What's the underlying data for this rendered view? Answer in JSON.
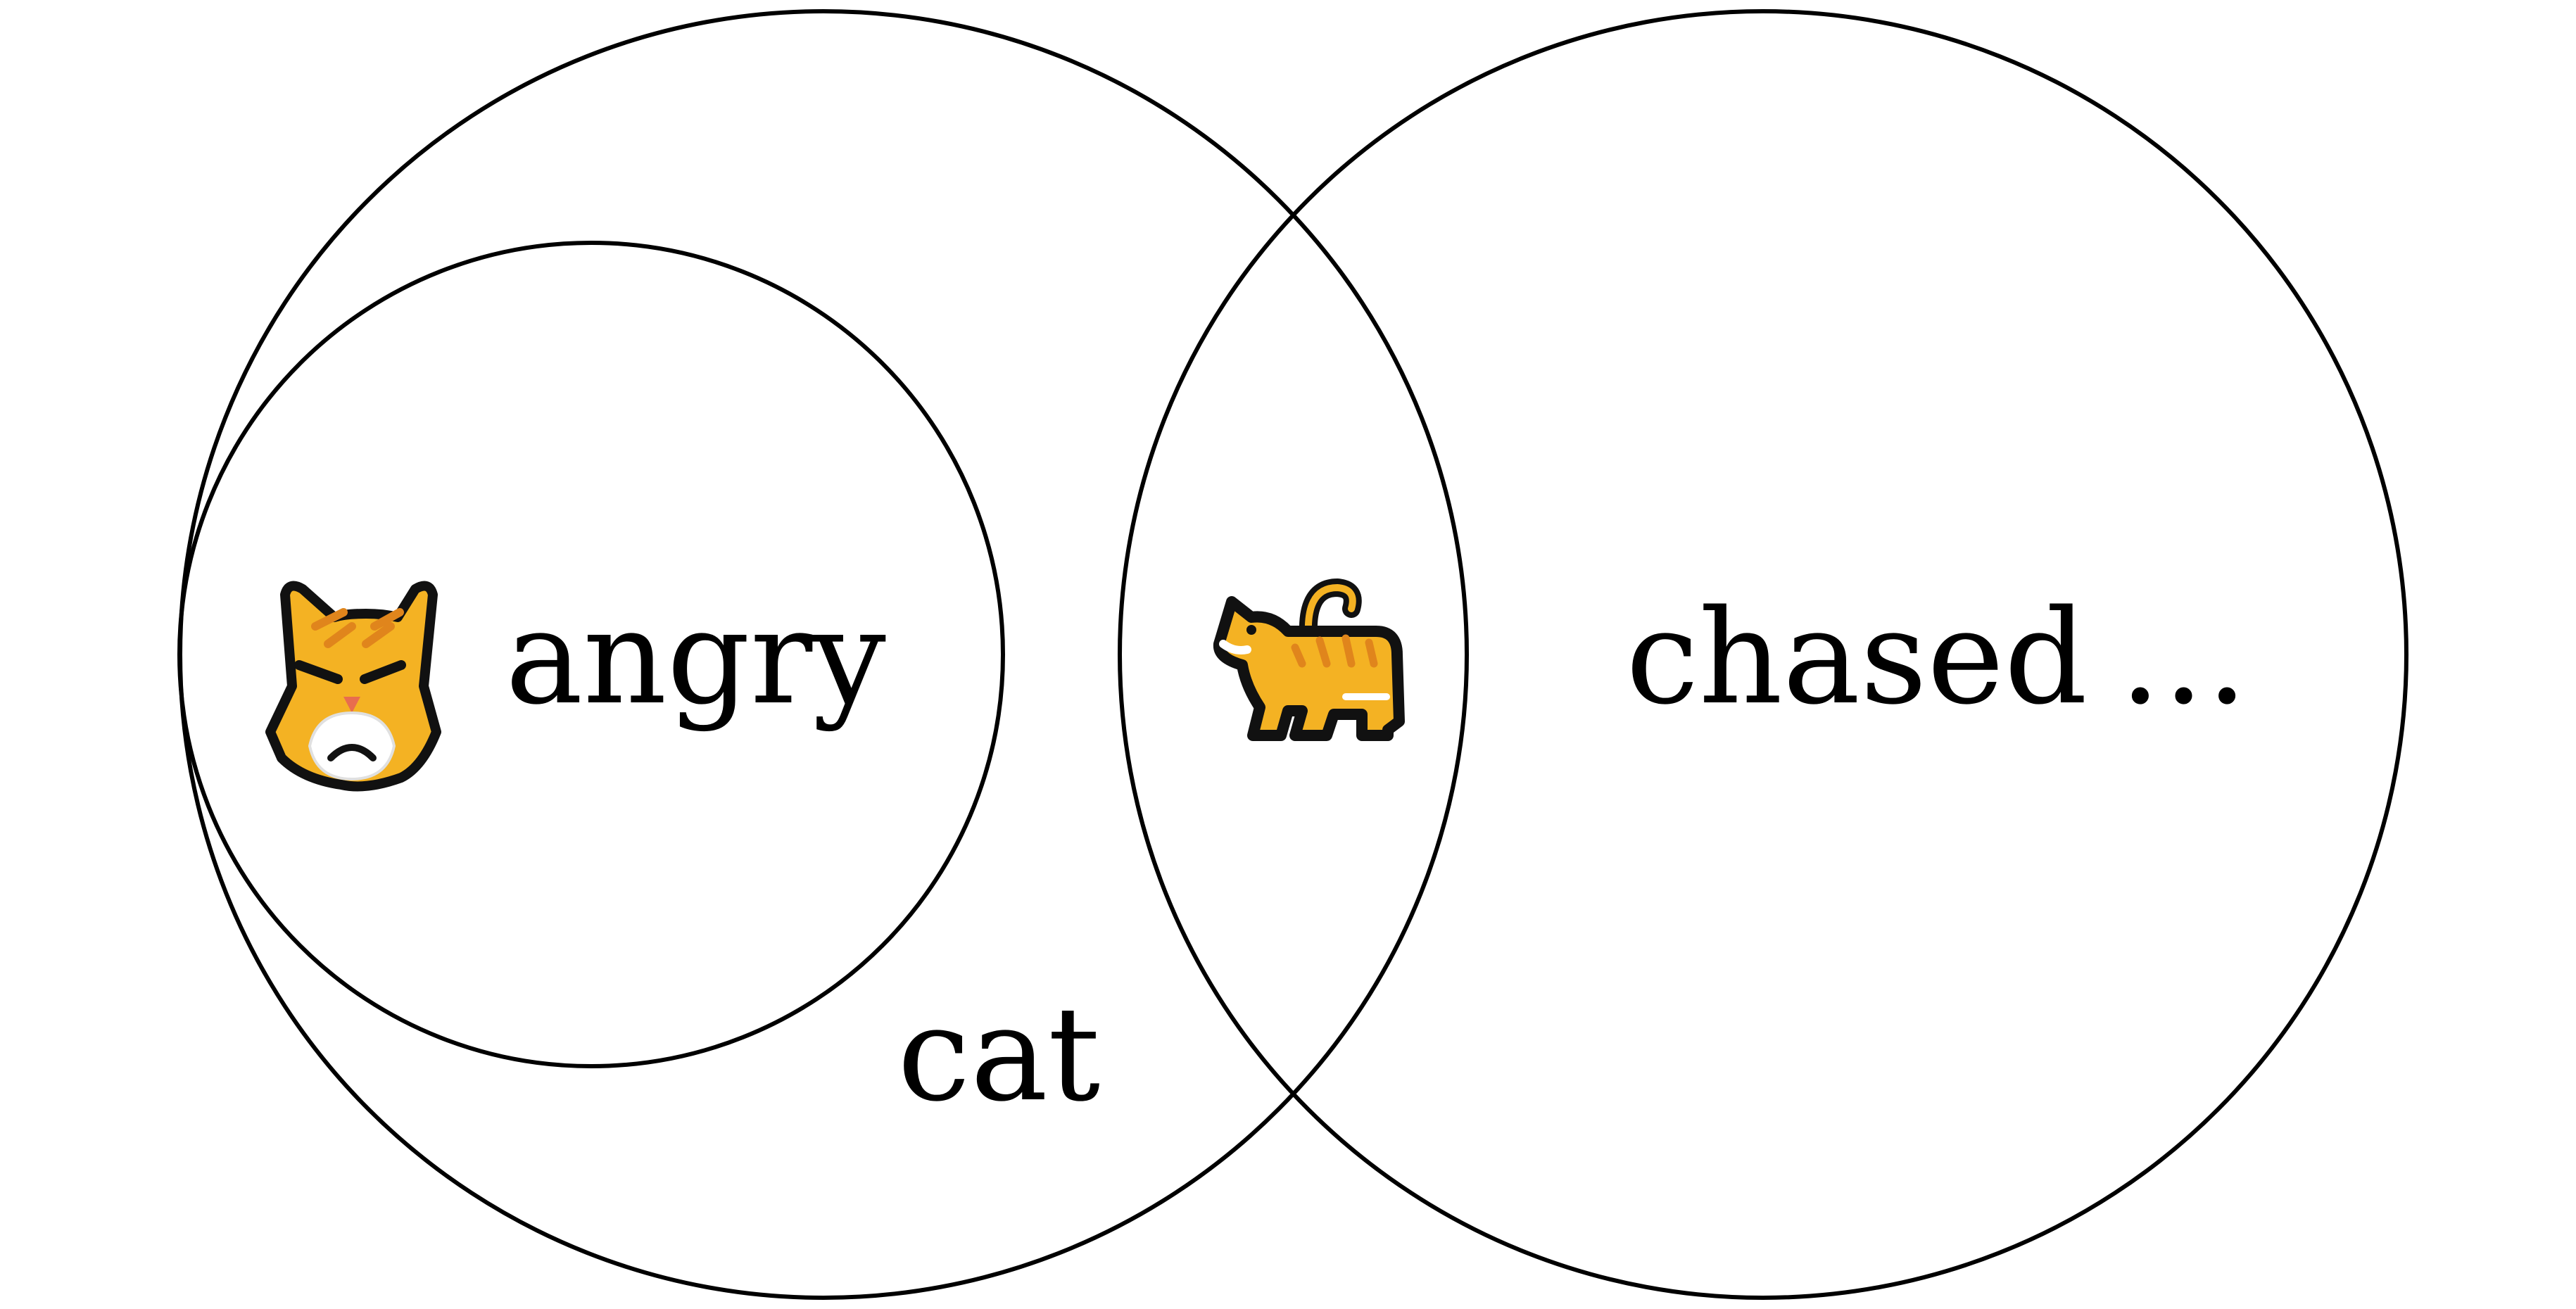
{
  "labels": {
    "angry": "angry",
    "cat": "cat",
    "chased": "chased",
    "ellipsis": "…"
  },
  "icons": {
    "angry_cat_face": "angry-cat-face-icon",
    "walking_cat": "walking-cat-icon"
  },
  "colors": {
    "stroke": "#000000",
    "cat_orange": "#F4B223",
    "cat_stripe": "#E0851C",
    "background": "#ffffff"
  }
}
